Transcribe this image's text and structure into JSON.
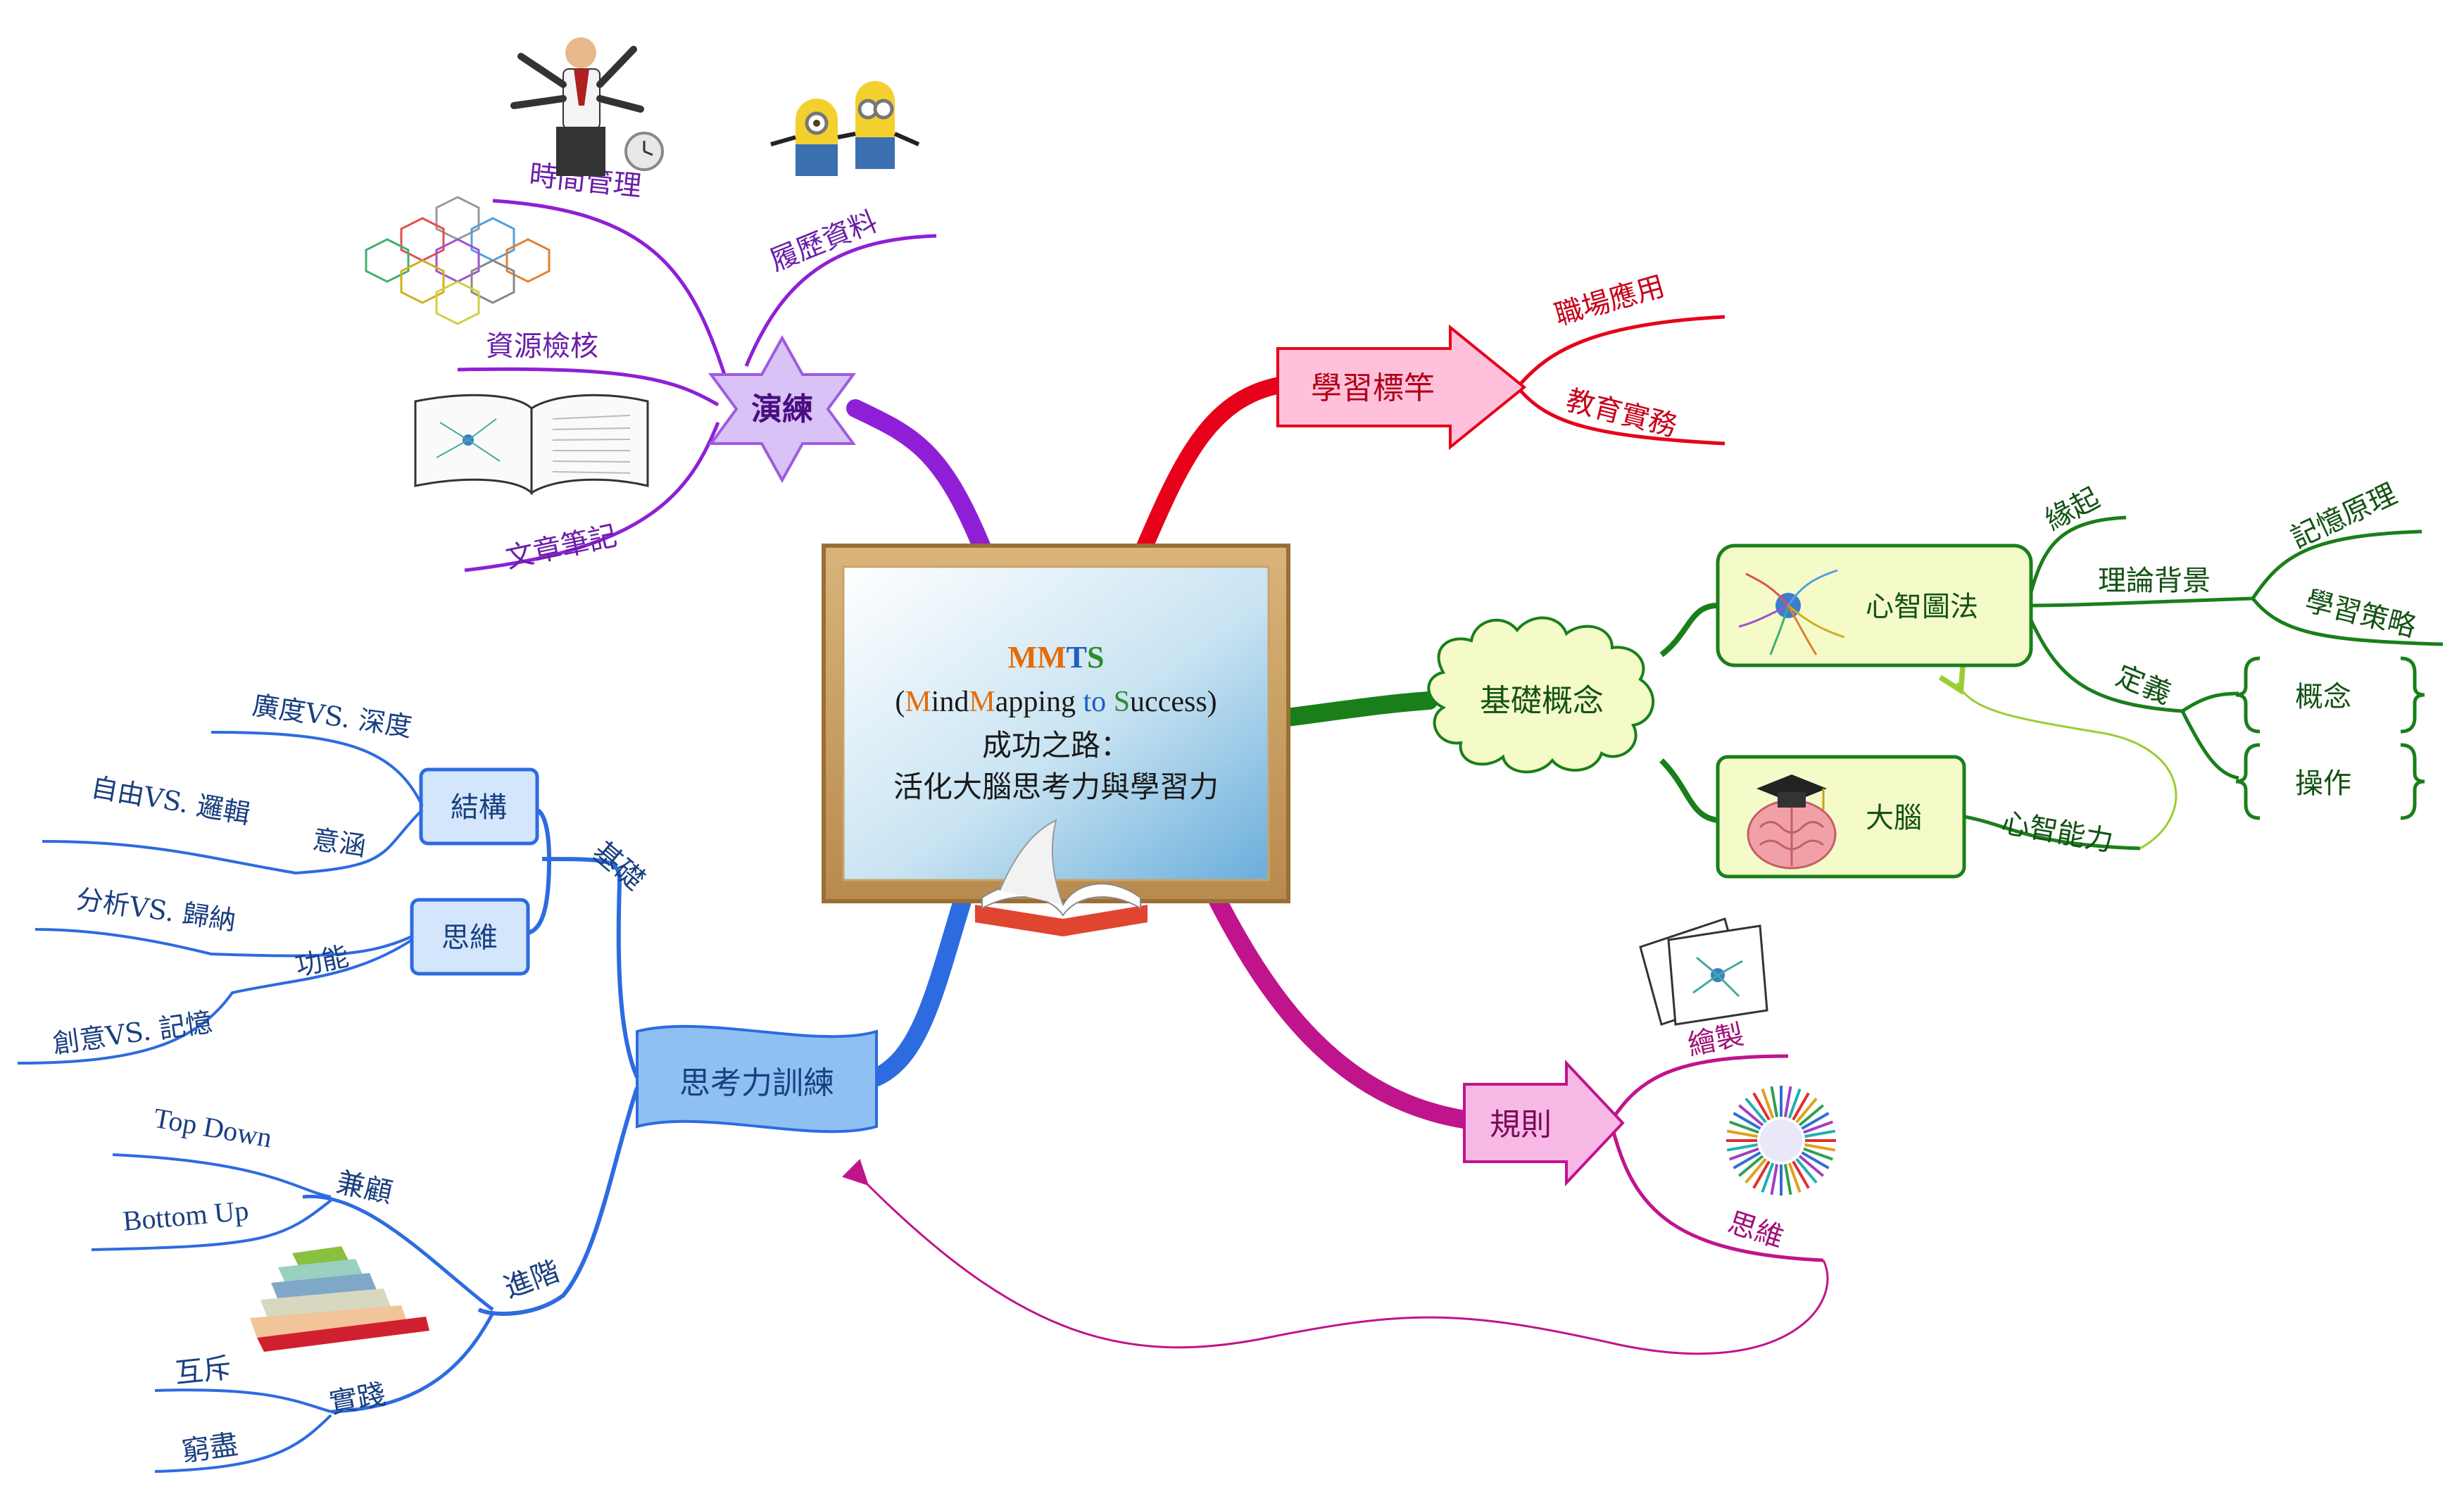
{
  "center": {
    "line1": [
      "M",
      "M",
      "T",
      "S"
    ],
    "line1_colors": [
      "#e46c0a",
      "#e46c0a",
      "#1f5fbf",
      "#2e8b2e"
    ],
    "line2": {
      "open": "(",
      "parts": [
        {
          "t": "M",
          "c": "#e46c0a"
        },
        {
          "t": "ind",
          "c": "#1a1a1a"
        },
        {
          "t": "M",
          "c": "#e46c0a"
        },
        {
          "t": "apping ",
          "c": "#1a1a1a"
        },
        {
          "t": "to",
          "c": "#1f5fbf"
        },
        {
          "t": " ",
          "c": "#1a1a1a"
        },
        {
          "t": "S",
          "c": "#2e8b2e"
        },
        {
          "t": "uccess",
          "c": "#1a1a1a"
        }
      ],
      "close": ")"
    },
    "line3": "成功之路：",
    "line4": "活化大腦思考力與學習力"
  },
  "branches": {
    "yanlian": {
      "label": "演練",
      "color": "#8f1fd6",
      "subs": [
        "時間管理",
        "履歷資料",
        "資源檢核",
        "文章筆記"
      ]
    },
    "xuexi": {
      "label": "學習標竿",
      "color": "#e6001a",
      "subs": [
        "職場應用",
        "教育實務"
      ]
    },
    "jichu": {
      "label": "基礎概念",
      "color": "#1a7f1a",
      "xinzhi": "心智圖法",
      "danao": "大腦",
      "subs": {
        "yuanqi": "緣起",
        "lilun": "理論背景",
        "jiyi": "記憶原理",
        "xuexi_celve": "學習策略",
        "dingyi": "定義",
        "gainian": "概念",
        "caozuo": "操作",
        "nengli": "心智能力"
      }
    },
    "guize": {
      "label": "規則",
      "color": "#c0148c",
      "subs": [
        "繪製",
        "思維"
      ]
    },
    "siwei": {
      "label": "思考力訓練",
      "color": "#2d6be0",
      "jichu": "基礎",
      "jiegou": "結構",
      "siwei_box": "思維",
      "guangdu": "廣度VS. 深度",
      "ziyou": "自由VS. 邏輯",
      "yihan": "意涵",
      "fenxi": "分析VS. 歸納",
      "gongneng": "功能",
      "chuangyi": "創意VS. 記憶",
      "jinjie": "進階",
      "jiangu": "兼顧",
      "topdown": "Top Down",
      "bottomup": "Bottom Up",
      "shijian": "實踐",
      "huchi": "互斥",
      "qiongjin": "窮盡"
    }
  },
  "icons": [
    "businessman-icon",
    "minions-icon",
    "hexagon-network-icon",
    "open-book-icon",
    "mindmap-thumbnail-icon",
    "brain-graduation-icon",
    "mindmap-papers-icon",
    "radial-burst-icon",
    "pyramid-icon",
    "center-book-icon"
  ]
}
